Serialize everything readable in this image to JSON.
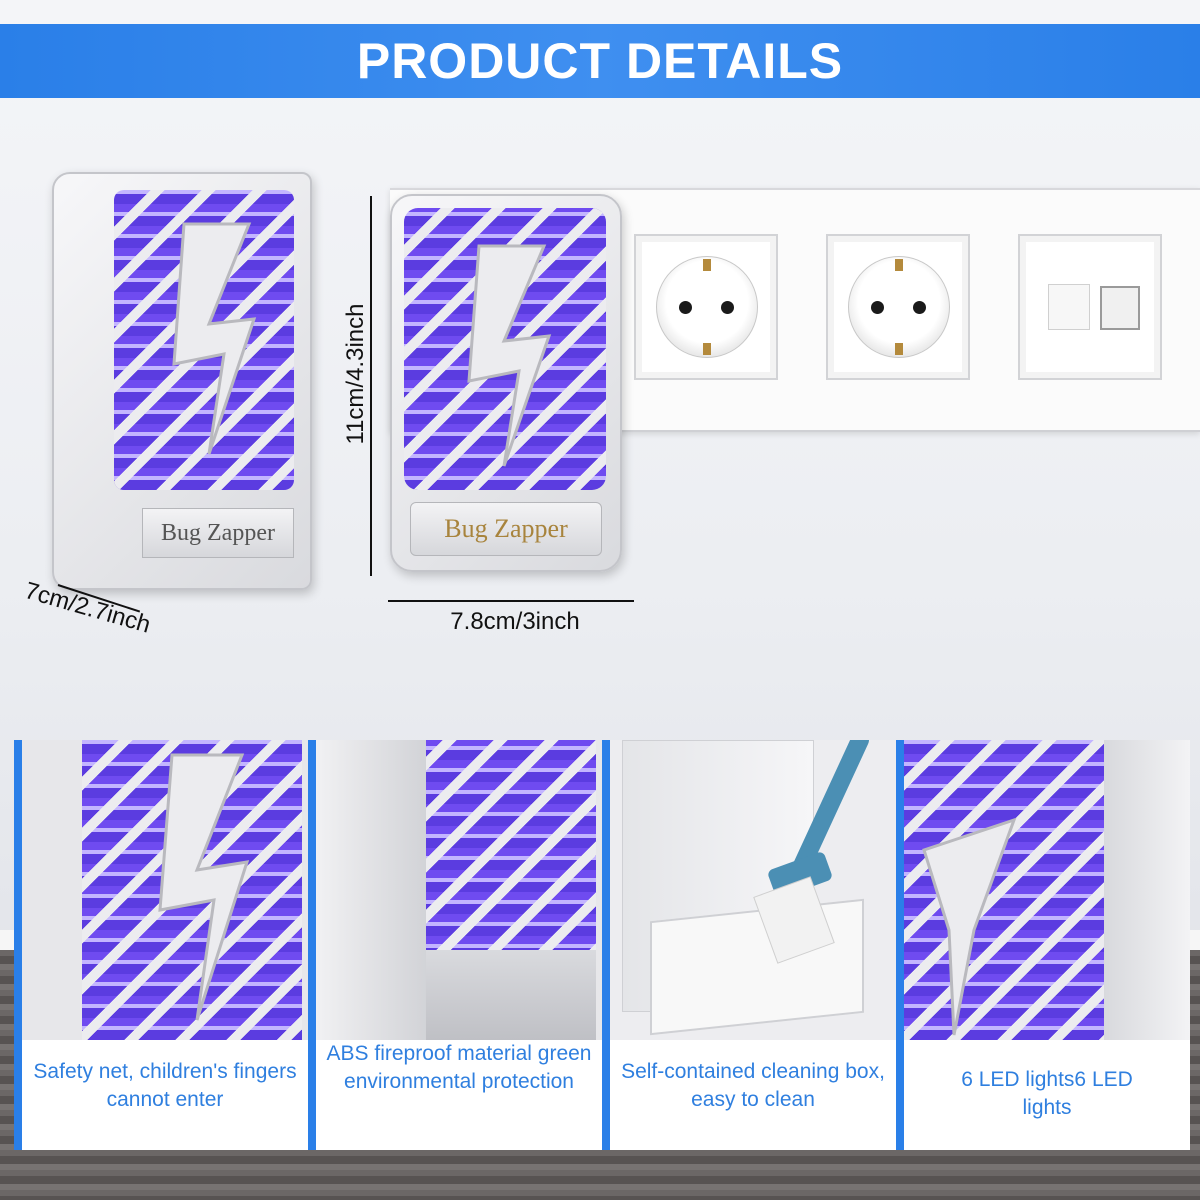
{
  "banner": {
    "title": "PRODUCT DETAILS"
  },
  "product": {
    "label": "Bug Zapper"
  },
  "dimensions": {
    "height": "11cm/4.3inch",
    "width": "7.8cm/3inch",
    "depth": "7cm/2.7inch"
  },
  "features": [
    {
      "text": "Safety net, children's fingers cannot enter",
      "icon": "safety-grille-closeup"
    },
    {
      "text": "ABS fireproof material green environmental protection",
      "icon": "material-closeup"
    },
    {
      "text": "Self-contained cleaning box, easy to clean",
      "icon": "cleaning-brush"
    },
    {
      "text": "6 LED lights6 LED lights",
      "icon": "led-closeup"
    }
  ],
  "colors": {
    "banner": "#2a7fe8",
    "feature_text": "#2f7fdf",
    "uv_light": "#6f4bf0"
  }
}
